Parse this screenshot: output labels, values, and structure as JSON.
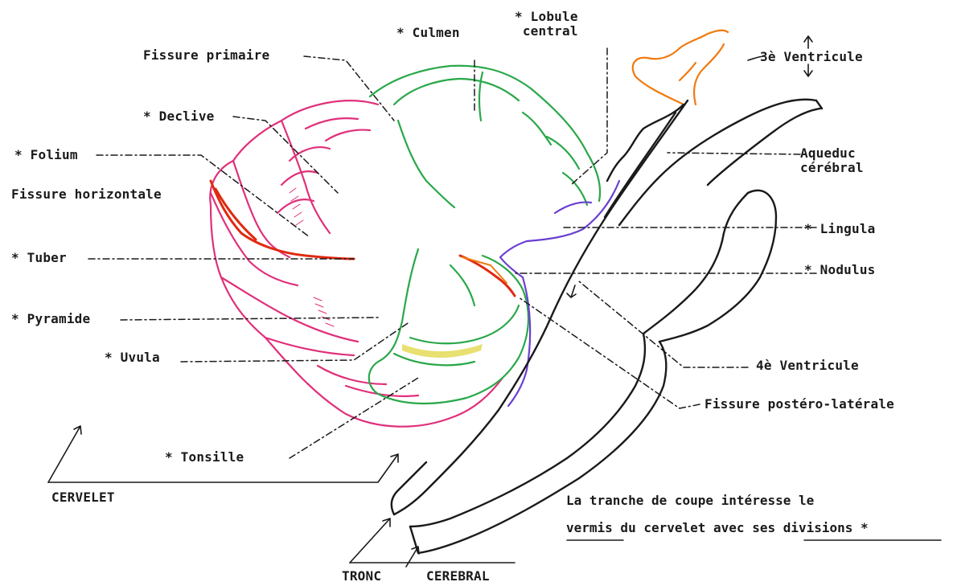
{
  "labels": {
    "culmen": "* Culmen",
    "lobule_central": "* Lobule\ncentral",
    "ventricle3": "3è Ventricule",
    "fissure_primaire": "Fissure primaire",
    "declive": "* Declive",
    "folium": "* Folium",
    "fissure_horizontale": "Fissure horizontale",
    "tuber": "* Tuber",
    "pyramide": "* Pyramide",
    "uvula": "* Uvula",
    "tonsille": "* Tonsille",
    "cervelet": "CERVELET",
    "aqueduc": "Aqueduc\ncérébral",
    "lingula": "* Lingula",
    "nodulus": "* Nodulus",
    "ventricle4": "4è Ventricule",
    "fissure_postero": "Fissure postéro-latérale",
    "tronc": "TRONC",
    "cerebral": "CEREBRAL"
  },
  "note": {
    "line1": "La tranche de coupe intéresse le",
    "line2": "vermis du cervelet avec ses divisions *"
  },
  "colors": {
    "ink": "#1a1a1a",
    "pink": "#e0307a",
    "green": "#2aa84a",
    "red": "#e02a10",
    "orange": "#f07a10",
    "purple": "#6a3fd0",
    "yellow": "#e8e070"
  }
}
